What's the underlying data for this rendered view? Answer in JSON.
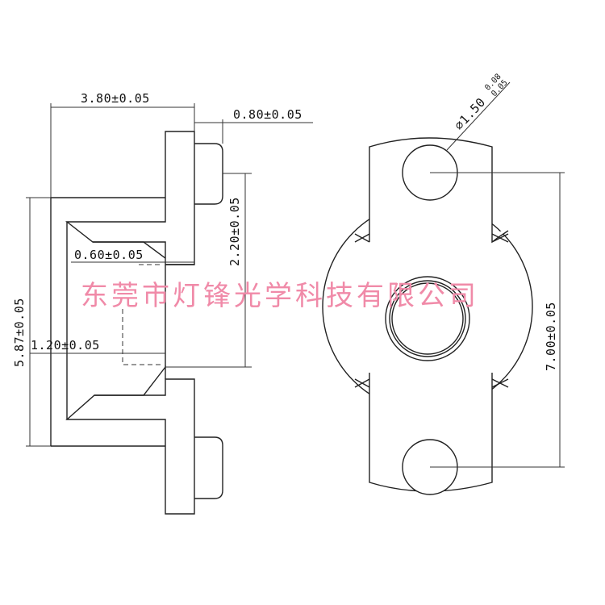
{
  "watermark": {
    "text": "东莞市灯锋光学科技有限公司",
    "color": "#f08aa8"
  },
  "dimensions": {
    "width_total": "3.80±0.05",
    "flange_thickness": "0.80±0.05",
    "pin_height": "2.20±0.05",
    "step_width": "0.60±0.05",
    "total_height": "5.87±0.05",
    "inner_width": "1.20±0.05",
    "hole_spacing": "7.00±0.05",
    "hole_diameter_nominal": "⌀1.50",
    "hole_tol_upper": "0.08",
    "hole_tol_lower": "0.05"
  },
  "colors": {
    "line": "#222222",
    "text": "#111111"
  }
}
